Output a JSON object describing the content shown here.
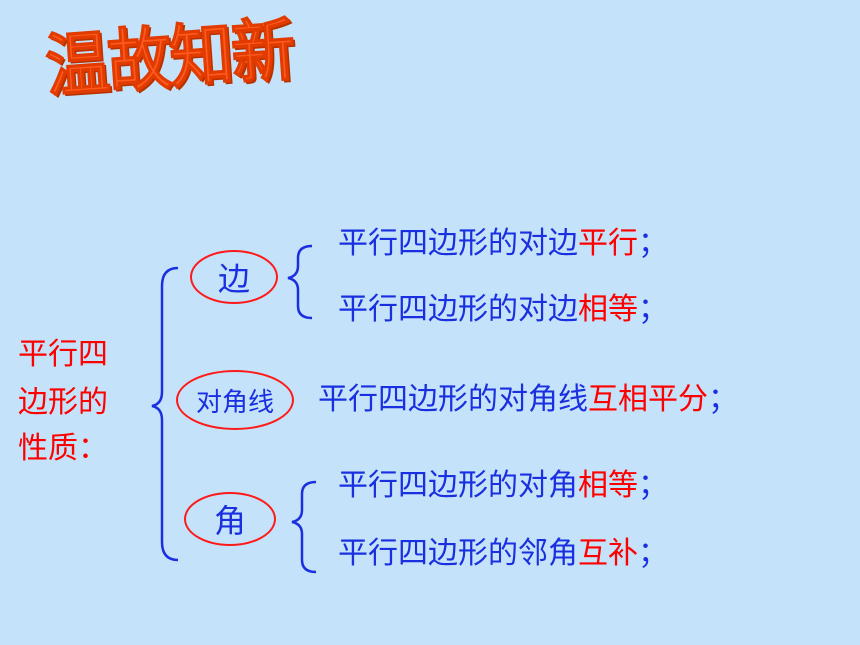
{
  "title": "温故知新",
  "root": {
    "line1": "平行四",
    "line2": "边形的",
    "line3": "性质："
  },
  "categories": [
    {
      "label": "边",
      "statements": [
        {
          "prefix": "平行四边形的对边",
          "highlight": "平行",
          "suffix": "；"
        },
        {
          "prefix": "平行四边形的对边",
          "highlight": "相等",
          "suffix": "；"
        }
      ]
    },
    {
      "label": "对角线",
      "statements": [
        {
          "prefix": "平行四边形的对角线",
          "highlight": "互相平分",
          "suffix": "；"
        }
      ]
    },
    {
      "label": "角",
      "statements": [
        {
          "prefix": "平行四边形的对角",
          "highlight": "相等",
          "suffix": "；"
        },
        {
          "prefix": "平行四边形的邻角",
          "highlight": "互补",
          "suffix": "；"
        }
      ]
    }
  ],
  "colors": {
    "background": "#c4e2f9",
    "statement_text": "#1a2fe0",
    "highlight_text": "#ff0000",
    "ellipse_stroke": "#ff1a1a",
    "brace_stroke": "#1a2fe0",
    "title": "#ff5a1f"
  }
}
